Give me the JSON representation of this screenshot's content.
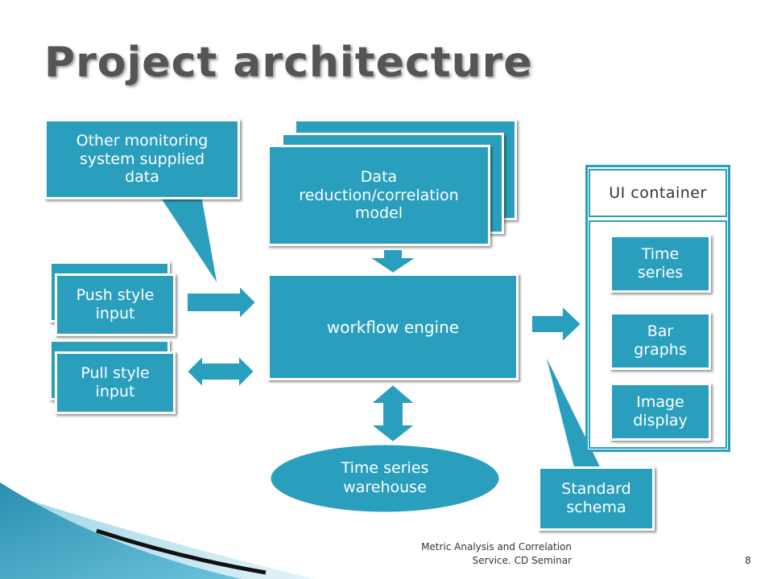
{
  "slide": {
    "title": "Project architecture",
    "footer_line1": "Metric Analysis and Correlation",
    "footer_line2": "Service. CD Seminar",
    "page_number": "8"
  },
  "diagram": {
    "other_monitoring": {
      "line1": "Other monitoring",
      "line2": "system supplied",
      "line3": "data"
    },
    "data_model": {
      "line1": "Data",
      "line2": "reduction/correlation",
      "line3": "model"
    },
    "push_input": {
      "line1": "Push style",
      "line2": "input"
    },
    "pull_input": {
      "line1": "Pull style",
      "line2": "input"
    },
    "workflow_engine": "workflow engine",
    "warehouse": {
      "line1": "Time series",
      "line2": "warehouse"
    },
    "standard_schema": {
      "line1": "Standard",
      "line2": "schema"
    },
    "ui_container": {
      "title": "UI container",
      "time_series": {
        "line1": "Time",
        "line2": "series"
      },
      "bar_graphs": {
        "line1": "Bar",
        "line2": "graphs"
      },
      "image_display": {
        "line1": "Image",
        "line2": "display"
      }
    }
  },
  "colors": {
    "accent": "#2a9fbd",
    "title": "#555555"
  }
}
